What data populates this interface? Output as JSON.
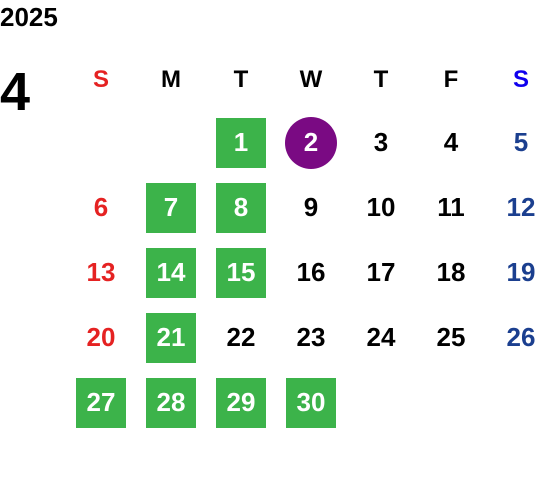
{
  "calendar": {
    "year": "2025",
    "month": "4",
    "weekdays": [
      "S",
      "M",
      "T",
      "W",
      "T",
      "F",
      "S"
    ],
    "weeks": [
      [
        "",
        "",
        "1",
        "2",
        "3",
        "4",
        "5"
      ],
      [
        "6",
        "7",
        "8",
        "9",
        "10",
        "11",
        "12"
      ],
      [
        "13",
        "14",
        "15",
        "16",
        "17",
        "18",
        "19"
      ],
      [
        "20",
        "21",
        "22",
        "23",
        "24",
        "25",
        "26"
      ],
      [
        "27",
        "28",
        "29",
        "30",
        "",
        "",
        ""
      ]
    ],
    "highlighted_days": [
      "1",
      "7",
      "8",
      "14",
      "15",
      "21",
      "27",
      "28",
      "29",
      "30"
    ],
    "today": "2"
  },
  "colors": {
    "highlight_green": "#3cb34a",
    "today_purple": "#7a0a83",
    "sunday_red": "#e52222",
    "saturday_blue": "#1b3f8f",
    "saturday_header_blue": "#1000ee"
  }
}
